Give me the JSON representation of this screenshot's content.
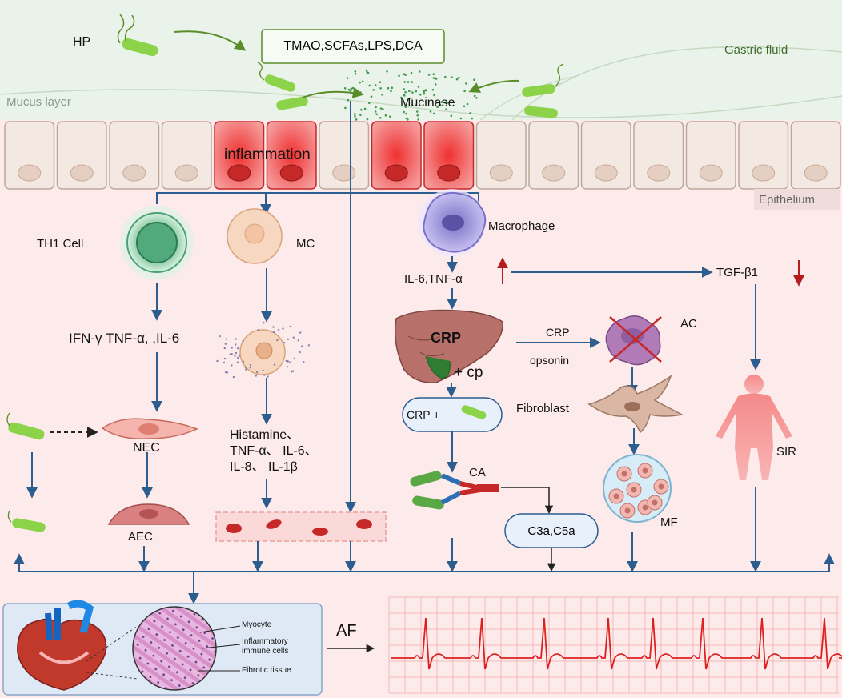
{
  "labels": {
    "hp": "HP",
    "toxins": "TMAO,SCFAs,LPS,DCA",
    "gastric_fluid": "Gastric fluid",
    "mucus_layer": "Mucus layer",
    "mucinase": "Mucinase",
    "inflammation": "inflammation",
    "epithelium": "Epithelium",
    "th1": "TH1 Cell",
    "mc": "MC",
    "macrophage": "Macrophage",
    "il6_tnf": "IL-6,TNF-α",
    "tgf": "TGF-β1",
    "ifn_line": "IFN-γ TNF-α, ,IL-6",
    "crp": "CRP",
    "plus_cp": "+ cp",
    "crp_mid": "CRP",
    "opsonin": "opsonin",
    "ac": "AC",
    "crp_plus": "CRP +",
    "fibroblast": "Fibroblast",
    "nec": "NEC",
    "histamine_1": "Histamine、",
    "histamine_2": "TNF-α、 IL-6、",
    "histamine_3": "IL-8、 IL-1β",
    "ca": "CA",
    "sir": "SIR",
    "aec": "AEC",
    "c3a": "C3a,C5a",
    "mf": "MF",
    "myocyte": "Myocyte",
    "immune_1": "Inflammatory",
    "immune_2": "immune cells",
    "fibrotic": "Fibrotic tissue",
    "af": "AF"
  },
  "colors": {
    "arrow_blue": "#2c5d8f",
    "hp_arrow": "#5a8c2a",
    "bacteria": "#8cd34a",
    "tissue_bg": "#fdeaea",
    "inflamed": "#e83c3c",
    "ecg": "#e02020",
    "up_down": "#b71c1c"
  }
}
